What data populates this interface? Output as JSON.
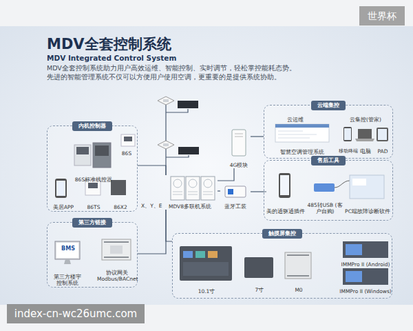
{
  "diagram": {
    "title": "MDV全套控制系统",
    "nodes": [
      {
        "text": [
          "内机控制器"
        ]
      },
      {
        "text": [
          "86S"
        ],
        "in": 0
      },
      {
        "text": [
          "86S标准线控器"
        ],
        "in": 0
      },
      {
        "text": [
          "美居APP"
        ],
        "in": 0
      },
      {
        "text": [
          "86TS"
        ],
        "in": 0
      },
      {
        "text": [
          "86X2"
        ],
        "in": 0
      },
      {
        "text": [
          "第三方链接"
        ]
      },
      {
        "text": [
          "BMS",
          "第三方楼宇控制系统"
        ],
        "in": 6
      },
      {
        "text": [
          "协议网关 Modbus/BACnet"
        ],
        "in": 6
      },
      {
        "text": [
          "MDV8多联机系统"
        ]
      },
      {
        "text": [
          "蓝牙工装"
        ]
      },
      {
        "text": [
          "4G模块"
        ]
      },
      {
        "text": [
          "云端集控"
        ]
      },
      {
        "text": [
          "云运维",
          "智慧空调管理系统"
        ],
        "in": 12
      },
      {
        "text": [
          "云集控(管家)",
          "移动终端",
          "电脑",
          "PAD"
        ],
        "in": 12
      },
      {
        "text": [
          "售后工具"
        ]
      },
      {
        "text": [
          "美的通驱通插件"
        ],
        "in": 15
      },
      {
        "text": [
          "485转USB (客户自购)"
        ],
        "in": 15
      },
      {
        "text": [
          "PC端故障诊断软件"
        ],
        "in": 15
      },
      {
        "text": [
          "触摸屏集控"
        ]
      },
      {
        "text": [
          "10.1寸"
        ],
        "in": 19
      },
      {
        "text": [
          "7寸"
        ],
        "in": 19
      },
      {
        "text": [
          "M0"
        ],
        "in": 19
      },
      {
        "text": [
          "IMMPro II (Android)"
        ],
        "in": 19
      },
      {
        "text": [
          "IMMPro II (Windows)"
        ],
        "in": 19
      }
    ],
    "edges": [
      {
        "from": 0,
        "to": 9,
        "arrow": "none"
      },
      {
        "from": 6,
        "to": 9,
        "arrow": "none"
      },
      {
        "from": 19,
        "to": 9,
        "arrow": "none"
      },
      {
        "from": 9,
        "to": 10,
        "arrow": "none"
      },
      {
        "from": 11,
        "to": 9,
        "arrow": "none"
      },
      {
        "from": 11,
        "to": 12,
        "arrow": "none"
      },
      {
        "from": 10,
        "to": 16,
        "arrow": "none"
      }
    ],
    "labels": [
      "MDV Integrated Control System",
      "MDV全套控制系统助力用户高效运维、智能控制、实时调节，轻松掌控能耗态势。",
      "先进的智能管理系统不仅可以方便用户使用空调，更重要的是提供系统协助。",
      "X、Y、E",
      "世界杯",
      "index-cn-wc26umc.com"
    ]
  }
}
